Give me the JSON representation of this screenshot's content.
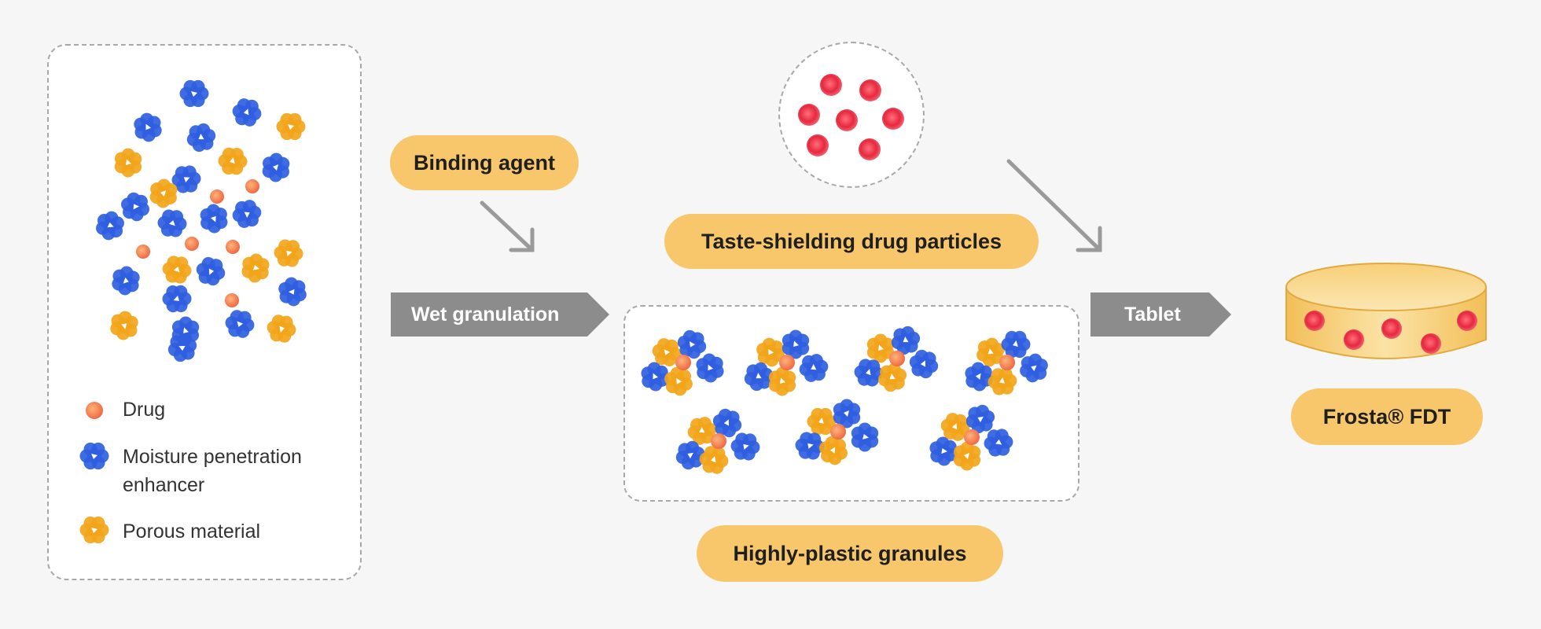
{
  "legend": {
    "drug": "Drug",
    "enhancer": "Moisture penetration enhancer",
    "porous": "Porous material"
  },
  "labels": {
    "binding_agent": "Binding agent",
    "wet_granulation": "Wet granulation",
    "taste_shielding": "Taste-shielding drug particles",
    "granules": "Highly-plastic granules",
    "tablet": "Tablet",
    "product": "Frosta® FDT"
  },
  "colors": {
    "pill": "#f8c76b",
    "step_arrow": "#8c8c8c",
    "drug": "#ef7a52",
    "drug_particle": "#e8283e",
    "enhancer": "#2f5fe0",
    "porous": "#f2a51a",
    "tablet": "#f6d07a"
  }
}
